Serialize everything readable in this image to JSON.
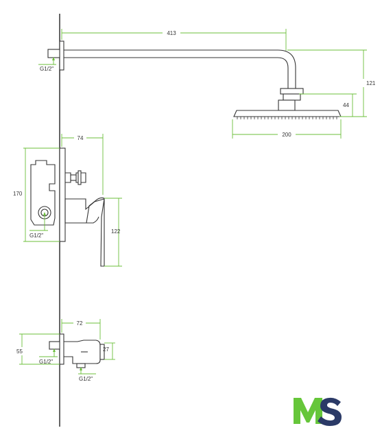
{
  "dimensions": {
    "arm_length": "413",
    "head_drop": "121",
    "head_thickness": "44",
    "head_width": "200",
    "mixer_depth": "74",
    "mixer_height": "170",
    "lever_height": "122",
    "outlet_depth": "72",
    "outlet_height": "55",
    "outlet_offset": "27"
  },
  "threads": {
    "arm_thread": "G1/2\"",
    "mixer_thread": "G1/2\"",
    "outlet_thread": "G1/2\"",
    "outlet_bottom_thread": "G1/2\""
  },
  "logo": {
    "letters": "MS",
    "colors": {
      "m": "#66c63a",
      "s": "#2b3a67"
    }
  },
  "colors": {
    "dimension": "#6bbf3a",
    "outline": "#333333"
  }
}
